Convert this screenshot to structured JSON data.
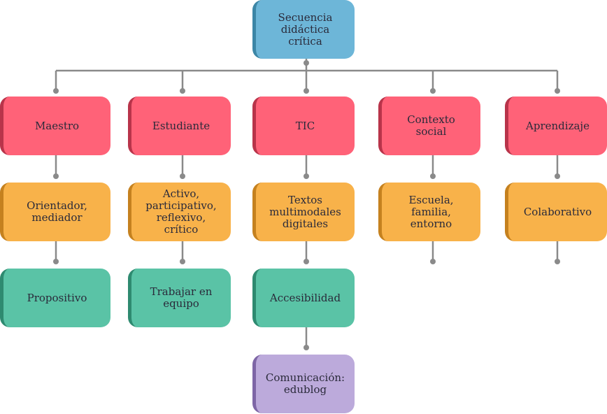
{
  "diagram": {
    "root": {
      "label": "Secuencia\ndidáctica\ncrítica"
    },
    "columns": [
      {
        "category": "Maestro",
        "trait": "Orientador,\nmediador",
        "quality": "Propositivo"
      },
      {
        "category": "Estudiante",
        "trait": "Activo,\nparticipativo,\nreflexivo,\ncrítico",
        "quality": "Trabajar en\nequipo"
      },
      {
        "category": "TIC",
        "trait": "Textos\nmultimodales\ndigitales",
        "quality": "Accesibilidad",
        "extra": "Comunicación:\nedublog"
      },
      {
        "category": "Contexto\nsocial",
        "trait": "Escuela,\nfamilia,\nentorno"
      },
      {
        "category": "Aprendizaje",
        "trait": "Colaborativo"
      }
    ]
  },
  "colors": {
    "root": "#6db6d8",
    "category": "#ff6278",
    "trait": "#f8b24a",
    "quality": "#5ac3a6",
    "extra": "#bcaadb",
    "connector": "#8a8a8a"
  }
}
